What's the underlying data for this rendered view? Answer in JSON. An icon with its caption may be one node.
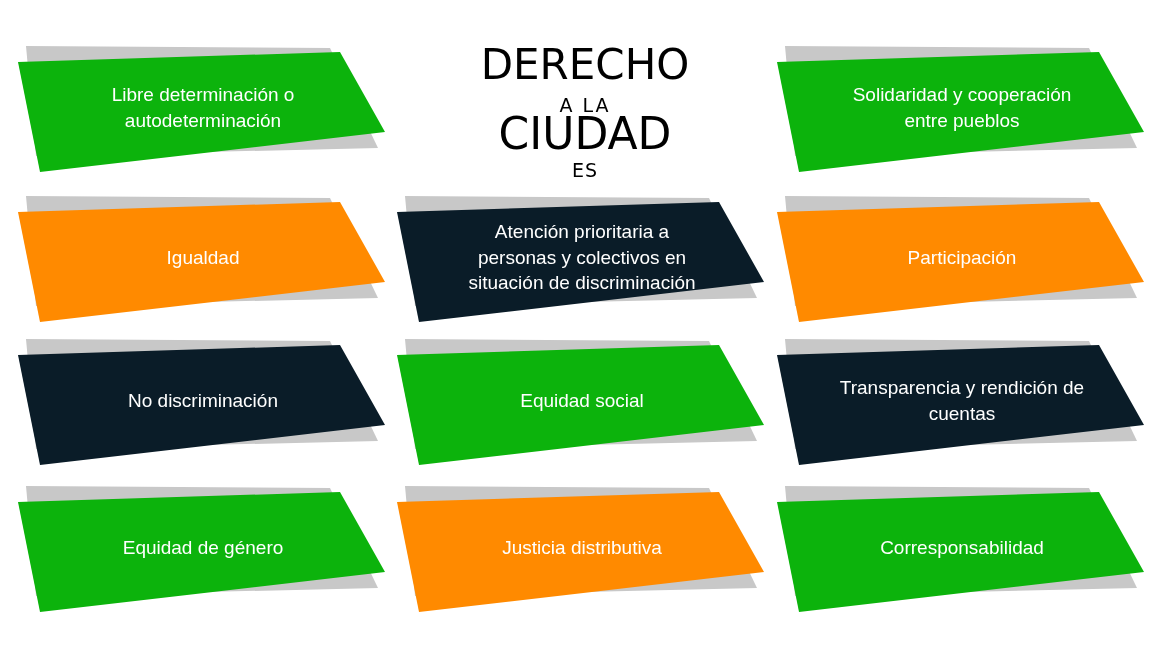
{
  "diagram": {
    "nodes": [
      {
        "text": [
          "Libre determinación o autodeterminación"
        ]
      },
      {
        "text": [
          "Solidaridad y cooperación entre pueblos"
        ]
      },
      {
        "text": [
          "Igualdad"
        ]
      },
      {
        "text": [
          "Atención prioritaria a personas y colectivos en situación de discriminación"
        ]
      },
      {
        "text": [
          "Participación"
        ]
      },
      {
        "text": [
          "No discriminación"
        ]
      },
      {
        "text": [
          "Equidad social"
        ]
      },
      {
        "text": [
          "Transparencia y rendición de cuentas"
        ]
      },
      {
        "text": [
          "Equidad de género"
        ]
      },
      {
        "text": [
          "Justicia distributiva"
        ]
      },
      {
        "text": [
          "Corresponsabilidad"
        ]
      }
    ],
    "labels": [
      "DERECHO",
      "A LA",
      "CIUDAD",
      "ES"
    ]
  }
}
